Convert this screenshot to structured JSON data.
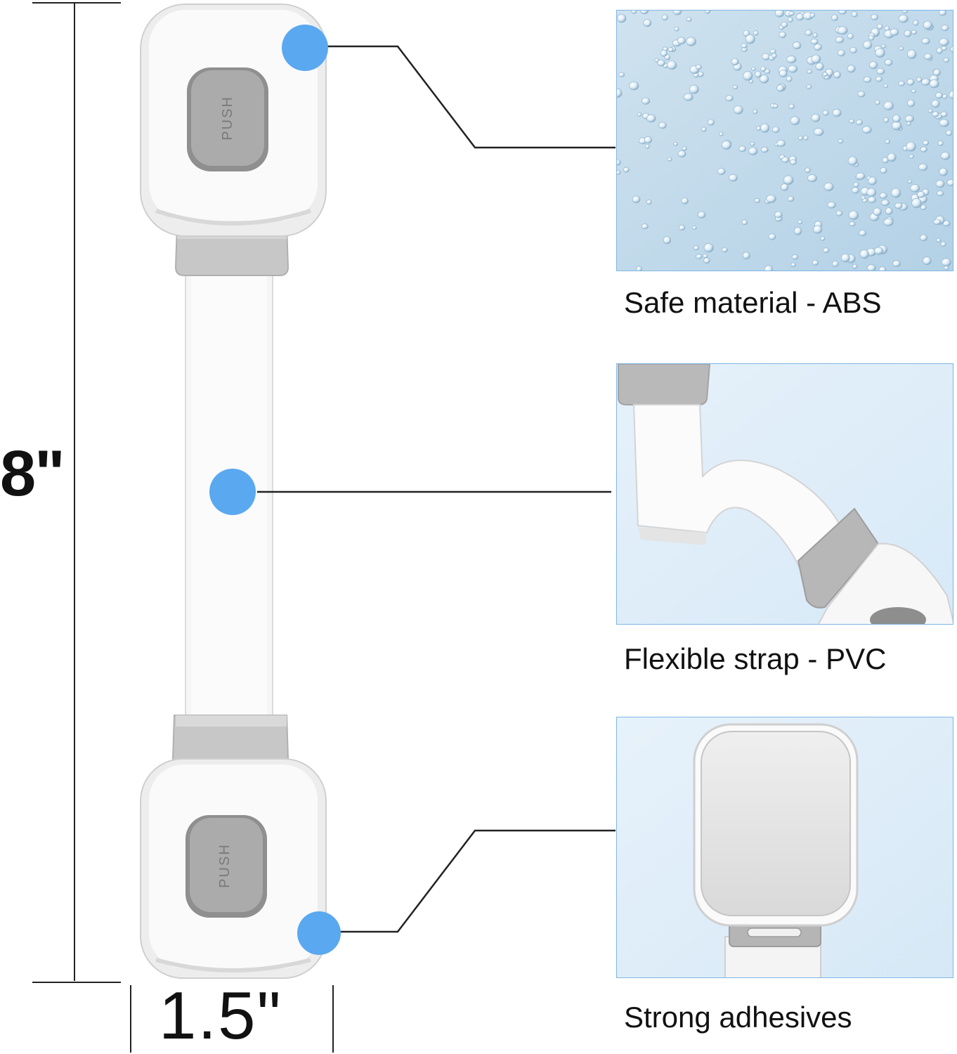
{
  "dimensions": {
    "height_label": "8\"",
    "width_label": "1.5\""
  },
  "product": {
    "top_button_label": "PUSH",
    "bottom_button_label": "PUSH"
  },
  "features": [
    {
      "caption": "Safe material - ABS",
      "image_icon": "plastic-pellets-image"
    },
    {
      "caption": "Flexible strap - PVC",
      "image_icon": "bent-strap-image"
    },
    {
      "caption": "Strong adhesives",
      "image_icon": "adhesive-pad-image"
    }
  ],
  "colors": {
    "callout_dot": "#5aa8f0",
    "panel_border": "#7fb6e6",
    "lock_body": "#f7f7f7",
    "lock_trim": "#bdbdbd",
    "button_gray": "#a8a8a8"
  }
}
